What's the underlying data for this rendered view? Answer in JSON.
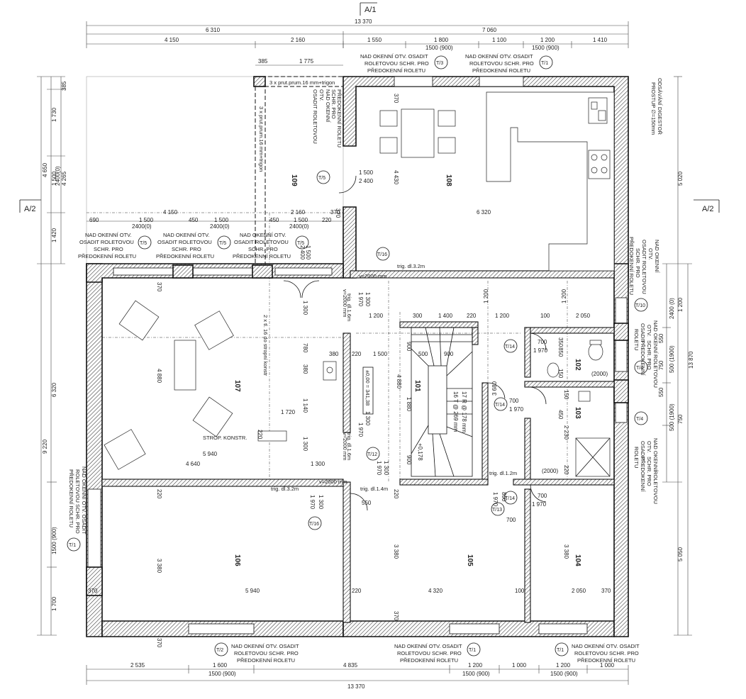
{
  "section_marks": {
    "top": "A/1",
    "left": "A/2",
    "right": "A/2"
  },
  "rooms": {
    "r101": "101",
    "r102": "102",
    "r103": "103",
    "r104": "104",
    "r105": "105",
    "r106": "106",
    "r107": "107",
    "r108": "108",
    "r109": "109"
  },
  "dims_top": {
    "total": "13 370",
    "a": "6 310",
    "b": "7 060",
    "s1": "4 150",
    "s2": "2 160",
    "s3": "1 550",
    "s4": "1 800",
    "s5": "1 100",
    "s6": "1 200",
    "s7": "1 410",
    "s4b": "1500 (900)",
    "s6b": "1500 (900)",
    "p1": "385",
    "p2": "1 775"
  },
  "dims_bottom": {
    "total": "13 370",
    "s1": "2 535",
    "s2": "1 600",
    "s3": "4 835",
    "s4": "1 200",
    "s5": "1 000",
    "s6": "1 200",
    "s7": "1 000",
    "s2b": "1500 (900)",
    "s4b": "1500 (900)",
    "s6b": "1500 (900)"
  },
  "dims_left": {
    "a": "385",
    "b": "1 730",
    "c": "4 265",
    "d": "4 650",
    "e": "1 500",
    "f": "2400(0)",
    "g": "1 420",
    "h": "6 320",
    "i": "9 220",
    "j": "1500 (900)",
    "k": "1 700"
  },
  "dims_right": {
    "a": "5 020",
    "b": "13 870",
    "c": "1 200",
    "d": "2400 (0)",
    "e": "550",
    "f": "750",
    "g": "500 (1900)",
    "h": "550",
    "i": "750",
    "j": "500 (1900)",
    "k": "5 050"
  },
  "dims_inner": {
    "d690": "690",
    "d1500a": "1 500",
    "d4150": "4 150",
    "d450a": "450",
    "d1500b": "1 500",
    "d2160": "2 160",
    "d450b": "450",
    "d1500c": "1 500",
    "d220a": "220",
    "d2400a": "2400(0)",
    "d2400b": "2400(0)",
    "d2400c": "2400(0)",
    "d370a": "370",
    "d6320": "6 320",
    "d1500d": "1 500",
    "d2400d": "2 400",
    "d4430": "4 430",
    "d1200a": "1 200",
    "d300": "300",
    "d1400": "1 400",
    "d220b": "220",
    "d1200b": "1 200",
    "d1200c": "1 200",
    "d1200d": "1 200",
    "d100a": "100",
    "d2050a": "2 050",
    "d380a": "380",
    "d220c": "220",
    "d1500e": "1 500",
    "d500": "500",
    "d900a": "900",
    "d900b": "900",
    "d4880a": "4 880",
    "d1880": "1 880",
    "d3680": "3 680",
    "d4880b": "4 880",
    "d1720": "1 720",
    "d780": "780",
    "d380b": "380",
    "d1140": "1 140",
    "d1300a": "1 300",
    "d1300b": "1 300",
    "d1300c": "1 300",
    "d1300d": "1 300",
    "d1970a": "1 970",
    "d5940a": "5 940",
    "d4640": "4 640",
    "d1300e": "1 300",
    "d220d": "220",
    "d220e": "220",
    "d370b": "370",
    "d370c": "370",
    "d5940b": "5 940",
    "d220f": "220",
    "d4320": "4 320",
    "d100b": "100",
    "d2050b": "2 050",
    "d370d": "370",
    "d370e": "370",
    "d3380a": "3 380",
    "d3380b": "3 380",
    "d3380c": "3 380",
    "d370f": "370",
    "d370g": "370",
    "d700a": "700",
    "d1970b": "1 970",
    "d850": "850",
    "d350": "350",
    "d150a": "150",
    "d150b": "150",
    "d700b": "700",
    "d1970c": "1 970",
    "d450c": "450",
    "d2230": "2 230",
    "d220g": "220",
    "d700c": "700",
    "d1970d": "1 970",
    "d800": "800",
    "d1970e": "1 970",
    "d700d": "700",
    "d550": "550",
    "d1970f": "1 970",
    "d1300f": "1 300",
    "d900c": "900",
    "d1970g": "1 970",
    "d1970h": "1 970",
    "d1300g": "1 300",
    "d370h": "370",
    "d370i": "370",
    "d220h": "220",
    "d2000a": "(2000)",
    "d2000b": "(2000)",
    "d1500f": "1 500",
    "d2400e": "2 400"
  },
  "notes": {
    "n_top1": [
      "NAD OKENNÍ OTV. OSADIT",
      "ROLETOVOU SCHR. PRO",
      "PŘEDOKENNÍ ROLETU"
    ],
    "n_top2": [
      "NAD OKENNÍ OTV. OSADIT",
      "ROLETOVOU SCHR. PRO",
      "PŘEDOKENNÍ ROLETU"
    ],
    "n_mid1": [
      "NAD OKENNÍ OTV.",
      "OSADIT ROLETOVOU",
      "SCHR. PRO",
      "PŘEDOKENNÍ ROLETU"
    ],
    "n_mid2": [
      "NAD OKENNÍ OTV.",
      "OSADIT ROLETOVOU",
      "SCHR. PRO",
      "PŘEDOKENNÍ ROLETU"
    ],
    "n_mid3": [
      "NAD OKENNÍ OTV.",
      "OSADIT ROLETOVOU",
      "SCHR. PRO",
      "PŘEDOKENNÍ ROLETU"
    ],
    "n_109": [
      "NAD OKENNÍ",
      "OTV.",
      "OSADIT ROLETOVOU",
      "SCHR. PRO",
      "PŘEDOKENNÍ ROLETU"
    ],
    "n_right1": [
      "NAD OKENNÍ",
      "OTV.",
      "OSADIT ROLETOVOU",
      "SCHR. PRO",
      "PŘEDOKENNÍ ROLETU"
    ],
    "n_right2": [
      "NAD OKENNÍ",
      "OTV.",
      "OSADIT",
      "ROLETOVOU",
      "SCHR. PRO",
      "PŘEDOKENNÍ",
      "ROLETU"
    ],
    "n_right3": [
      "NAD OKENNÍ",
      "OTV.",
      "OSADIT",
      "ROLETOVOU",
      "SCHR. PRO",
      "PŘEDOKENNÍ",
      "ROLETU"
    ],
    "n_left": [
      "NAD OKENNÍ OTV. OSADIT",
      "ROLETOVOU SCHR. PRO",
      "PŘEDOKENNÍ ROLETU"
    ],
    "n_bot1": [
      "NAD OKENNÍ OTV. OSADIT",
      "ROLETOVOU SCHR. PRO",
      "PŘEDOKENNÍ ROLETU"
    ],
    "n_bot2": [
      "NAD OKENNÍ OTV. OSADIT",
      "ROLETOVOU SCHR. PRO",
      "PŘEDOKENNÍ ROLETU"
    ],
    "n_bot3": [
      "NAD OKENNÍ OTV. OSADIT",
      "ROLETOVOU SCHR. PRO",
      "PŘEDOKENNÍ ROLETU"
    ],
    "hood": [
      "ODSÁVÁNÍ DIGESTOŘ",
      "PROSTUP ∅=150mm"
    ],
    "prut1": "3 x prut.prum.16 mm+trigon",
    "prut2": "3 x prut.prum.16 mm+trigon",
    "strop": "STROP. KONSTR.",
    "stropkonsr": "2 x tl. 16 do stropní konstr",
    "trig1": "trig. dl.3.2m",
    "trig2": "trig. dl.1.6m",
    "trig3": "trig. dl.1.6m",
    "trig4": "trig. dl.3.2m",
    "trig5": "trig. dl.1.4m",
    "trig6": "trig. dl.1.2m",
    "v1": "v=2000 mm",
    "v2": "v=2000 mm",
    "v3": "v=2000 mm",
    "v4": "v=2000 mm",
    "level": "±0,00 = 341,38",
    "stairs1": "17 R @ 178 mm",
    "stairs2": "16 T @ 269 mm",
    "stair_lvl": "+0,178"
  },
  "tags": {
    "t1": "T/3",
    "t2": "T/1",
    "t3": "T/5",
    "t4": "T/5",
    "t5": "T/5",
    "t6": "T/5",
    "t7": "T/16",
    "t8": "T/10",
    "t9": "T/14",
    "t10": "T/4",
    "t11": "T/14",
    "t12": "T/4",
    "t13": "T/12",
    "t14": "T/16",
    "t15": "T/13",
    "t16": "T/14",
    "t17": "T/1",
    "t18": "T/2",
    "t19": "T/1",
    "t20": "T/1"
  }
}
